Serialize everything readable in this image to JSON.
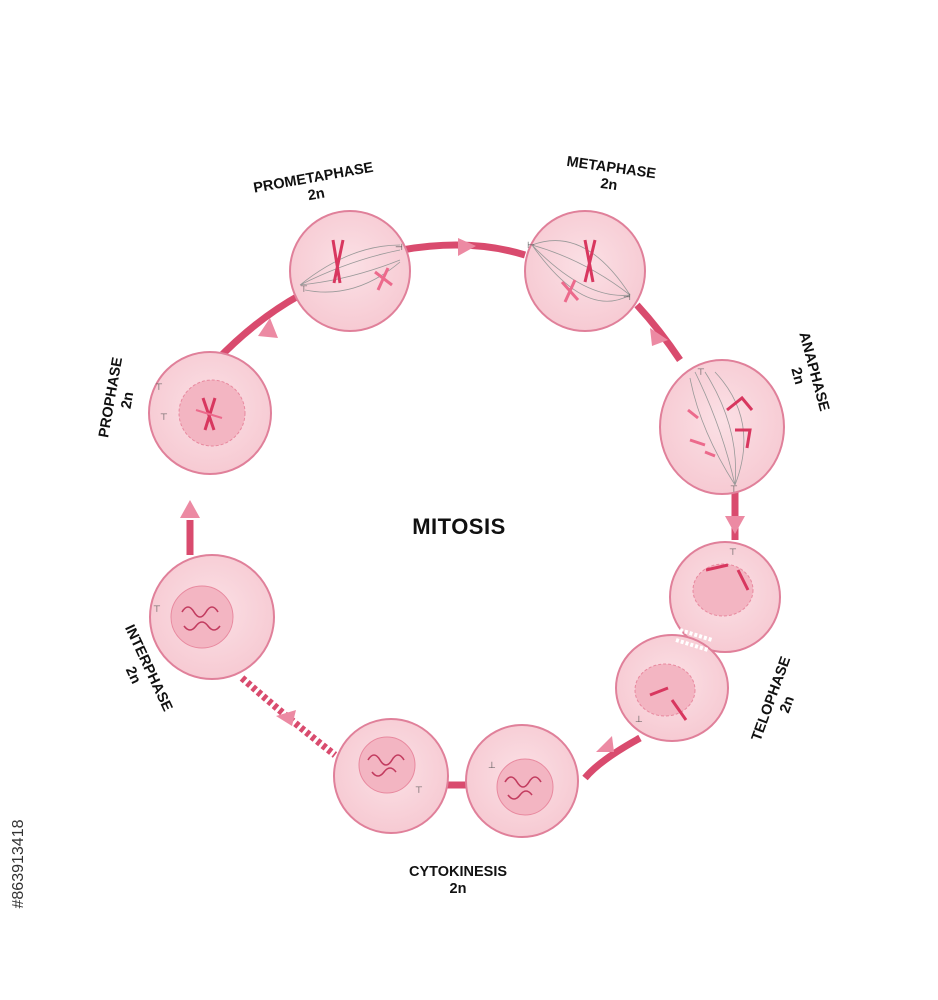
{
  "title": "MITOSIS",
  "stages": [
    {
      "name": "PROMETAPHASE",
      "ploidy": "2n"
    },
    {
      "name": "METAPHASE",
      "ploidy": "2n"
    },
    {
      "name": "ANAPHASE",
      "ploidy": "2n"
    },
    {
      "name": "TELOPHASE",
      "ploidy": "2n"
    },
    {
      "name": "CYTOKINESIS",
      "ploidy": "2n"
    },
    {
      "name": "INTERPHASE",
      "ploidy": "2n"
    },
    {
      "name": "PROPHASE",
      "ploidy": "2n"
    }
  ],
  "stock_id": "#863913418",
  "colors": {
    "cycle": "#d94b6e",
    "cell_fill": "#f9d4da",
    "cell_outline": "#e0809a",
    "nucleus": "#f3b5c2",
    "chromosome": "#d8375f"
  }
}
